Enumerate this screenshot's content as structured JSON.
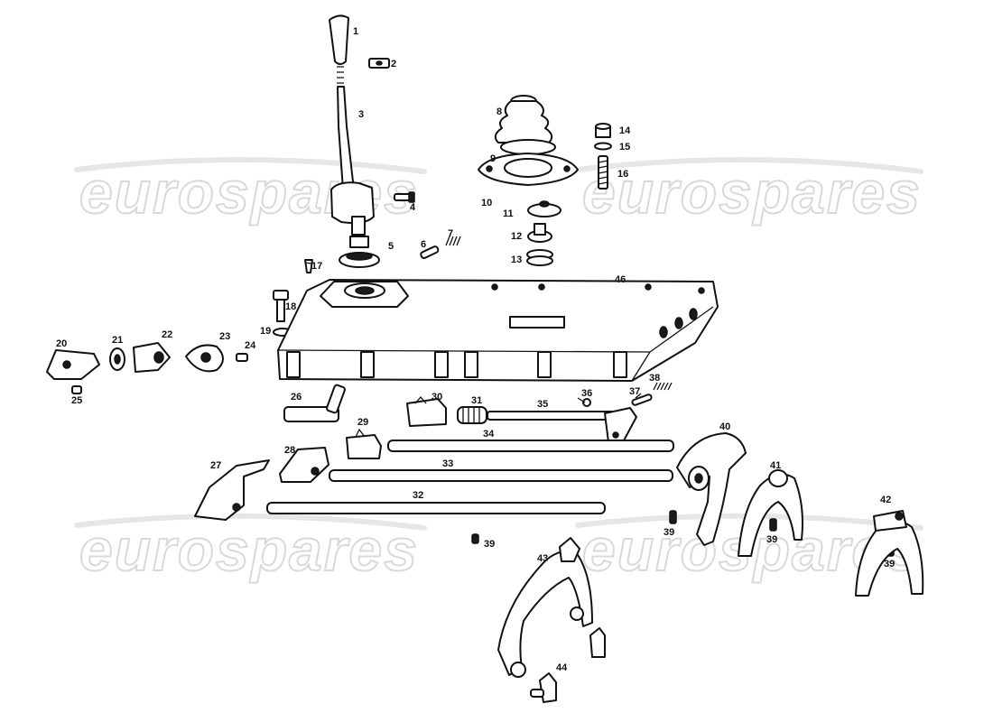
{
  "watermark": {
    "text": "eurospares",
    "color": "#d9d9d9"
  },
  "callouts": {
    "n1": "1",
    "n2": "2",
    "n3": "3",
    "n4": "4",
    "n5": "5",
    "n6": "6",
    "n7": "7",
    "n8": "8",
    "n9": "9",
    "n10": "10",
    "n11": "11",
    "n12": "12",
    "n13": "13",
    "n14": "14",
    "n15": "15",
    "n16": "16",
    "n17": "17",
    "n18": "18",
    "n19": "19",
    "n20": "20",
    "n21": "21",
    "n22": "22",
    "n23": "23",
    "n24": "24",
    "n25": "25",
    "n26": "26",
    "n27": "27",
    "n28": "28",
    "n29": "29",
    "n30": "30",
    "n31": "31",
    "n32": "32",
    "n33": "33",
    "n34": "34",
    "n35": "35",
    "n36": "36",
    "n37": "37",
    "n38": "38",
    "n39": "39",
    "n40": "40",
    "n41": "41",
    "n42": "42",
    "n43": "43",
    "n44": "44",
    "n46": "46"
  }
}
